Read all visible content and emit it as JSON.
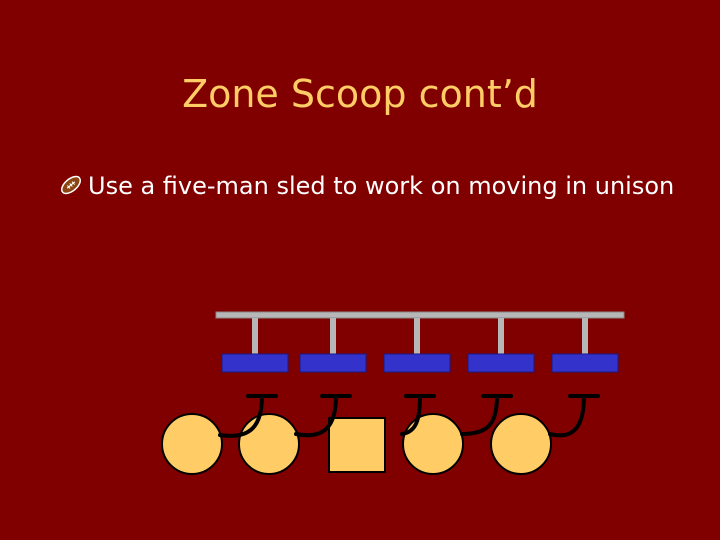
{
  "slide": {
    "title": "Zone Scoop cont’d",
    "bullets": [
      {
        "icon": "football-icon",
        "text": "Use a five-man sled to work on moving in unison"
      }
    ]
  },
  "diagram": {
    "sled_pads": 5,
    "players": [
      "circle",
      "circle",
      "square",
      "circle",
      "circle"
    ],
    "colors": {
      "background": "#800000",
      "title": "#FFCC66",
      "text": "#FFFFFF",
      "sled_frame": "#B7B7B7",
      "pad": "#3333CC",
      "player_fill": "#FFCC66",
      "player_outline": "#000000"
    }
  }
}
